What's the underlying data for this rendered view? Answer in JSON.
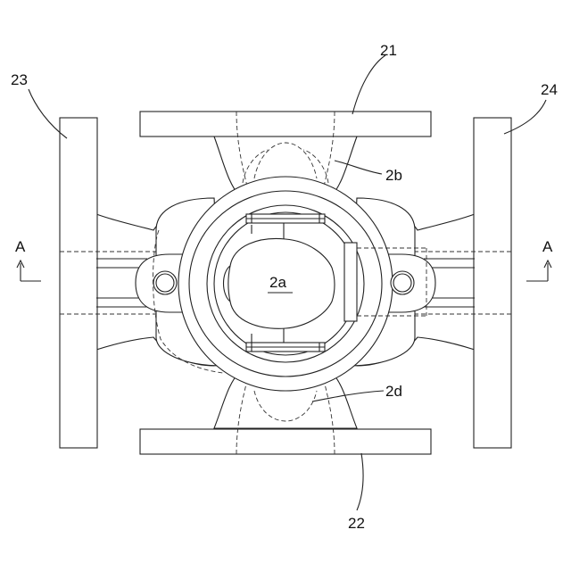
{
  "labels": {
    "part_21": "21",
    "part_22": "22",
    "part_23": "23",
    "part_24": "24",
    "part_2a": "2a",
    "part_2b": "2b",
    "part_2d": "2d",
    "section_left": "A",
    "section_right": "A"
  }
}
